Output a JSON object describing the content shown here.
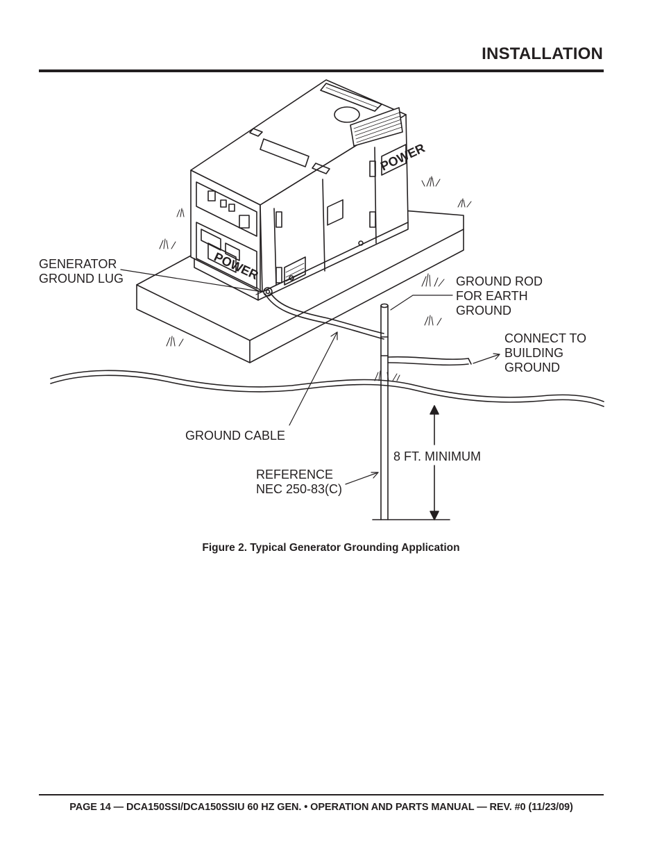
{
  "header": {
    "section_title": "INSTALLATION"
  },
  "figure": {
    "labels": {
      "generator_ground_lug": [
        "GENERATOR",
        "GROUND LUG"
      ],
      "ground_rod": [
        "GROUND ROD",
        "FOR EARTH",
        "GROUND"
      ],
      "connect_to_building": [
        "CONNECT TO",
        "BUILDING",
        "GROUND"
      ],
      "ground_cable": "GROUND CABLE",
      "depth": "8 FT. MINIMUM",
      "reference": [
        "REFERENCE",
        "NEC 250-83(C)"
      ]
    },
    "logo_text": "POWER",
    "caption": "Figure 2. Typical Generator Grounding Application"
  },
  "footer": {
    "text": "PAGE 14 — DCA150SSI/DCA150SSIU 60 HZ GEN. • OPERATION AND PARTS MANUAL — REV. #0 (11/23/09)"
  }
}
